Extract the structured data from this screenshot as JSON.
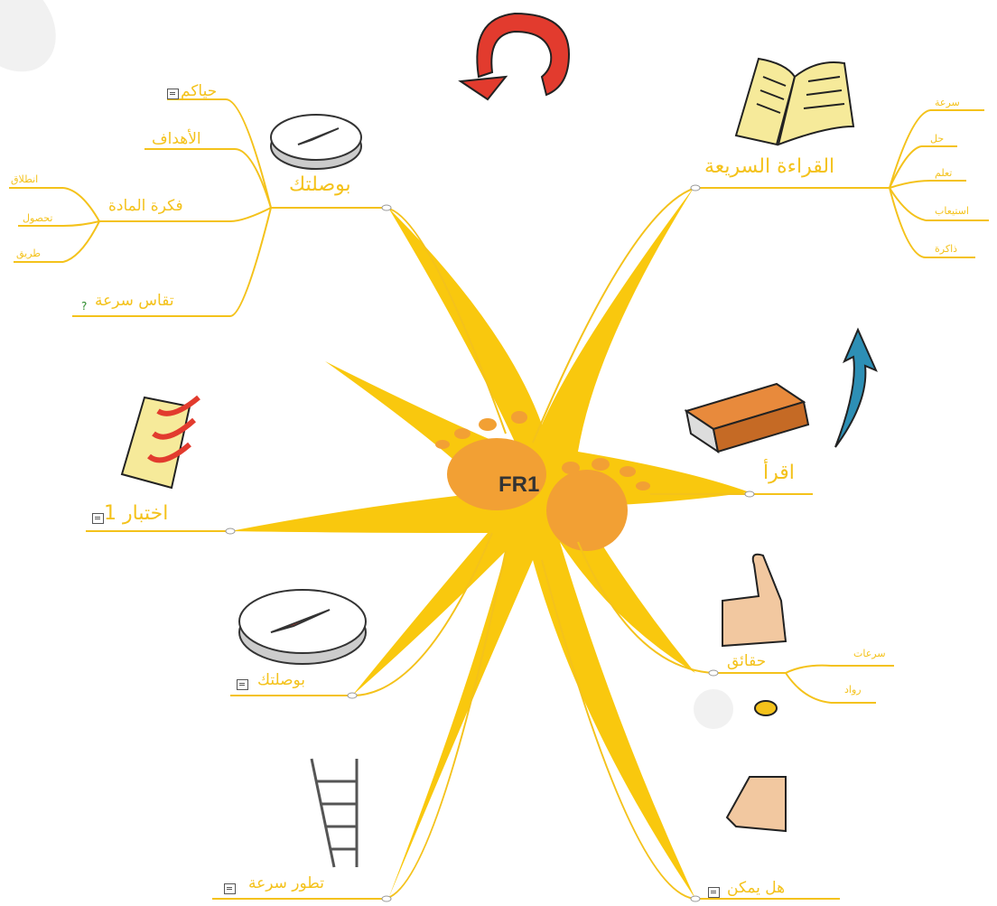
{
  "center": {
    "label": "FR1"
  },
  "branches": {
    "speed_reading": {
      "label": "القراءة السريعة",
      "children": [
        "سرعة",
        "حل",
        "تعلم",
        "استيعاب",
        "ذاكرة"
      ]
    },
    "read": {
      "label": "اقرأ"
    },
    "facts": {
      "label": "حقائق",
      "children": [
        "سرعات",
        "رواد"
      ]
    },
    "can_you": {
      "label": "هل يمكن"
    },
    "compass_top": {
      "label": "بوصلتك",
      "children": {
        "welcome": "حياكم",
        "goals": "الأهداف",
        "idea": "فكرة المادة",
        "idea_children": [
          "انطلاق",
          "تحصول",
          "طريق"
        ],
        "measure": "تقاس سرعة"
      }
    },
    "test": {
      "label": "اختبار 1"
    },
    "compass_bottom": {
      "label": "بوصلتك"
    },
    "progress": {
      "label": "تطور سرعة"
    }
  },
  "colors": {
    "branch": "#f4c21b",
    "center_star": "#f9c80e",
    "feet": "#f2a034"
  }
}
